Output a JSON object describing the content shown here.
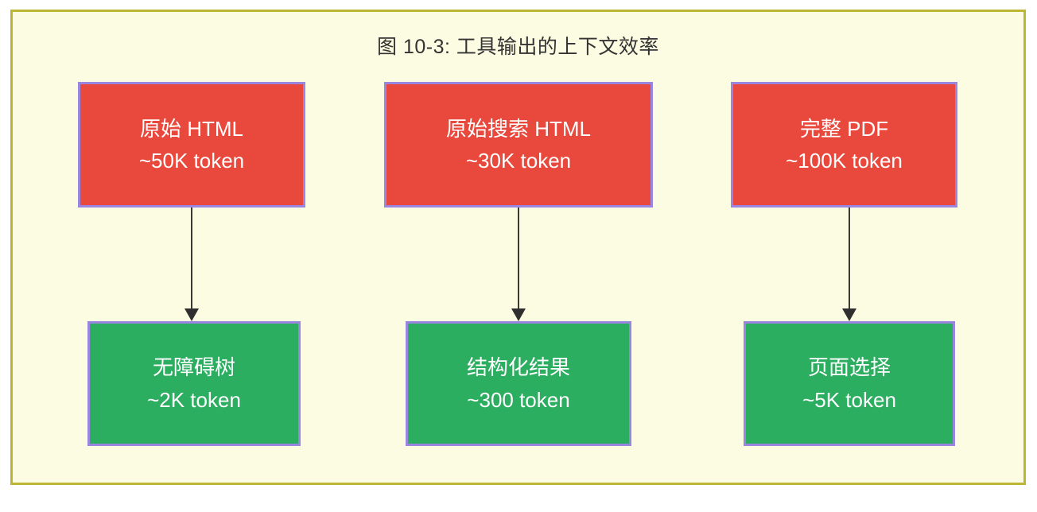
{
  "figure": {
    "title": "图 10-3: 工具输出的上下文效率",
    "frame_background": "#fcfce2",
    "frame_border": "#bdb534",
    "source_color": "#e8493c",
    "result_color": "#2bae60",
    "node_border_color": "#9a86e0",
    "arrow_color": "#2f2f2f"
  },
  "nodes": {
    "sources": [
      {
        "label": "原始 HTML",
        "sub": "~50K token"
      },
      {
        "label": "原始搜索 HTML",
        "sub": "~30K token"
      },
      {
        "label": "完整 PDF",
        "sub": "~100K token"
      }
    ],
    "results": [
      {
        "label": "无障碍树",
        "sub": "~2K token"
      },
      {
        "label": "结构化结果",
        "sub": "~300 token"
      },
      {
        "label": "页面选择",
        "sub": "~5K token"
      }
    ]
  },
  "edges": [
    {
      "from": "原始 HTML",
      "to": "无障碍树"
    },
    {
      "from": "原始搜索 HTML",
      "to": "结构化结果"
    },
    {
      "from": "完整 PDF",
      "to": "页面选择"
    }
  ]
}
